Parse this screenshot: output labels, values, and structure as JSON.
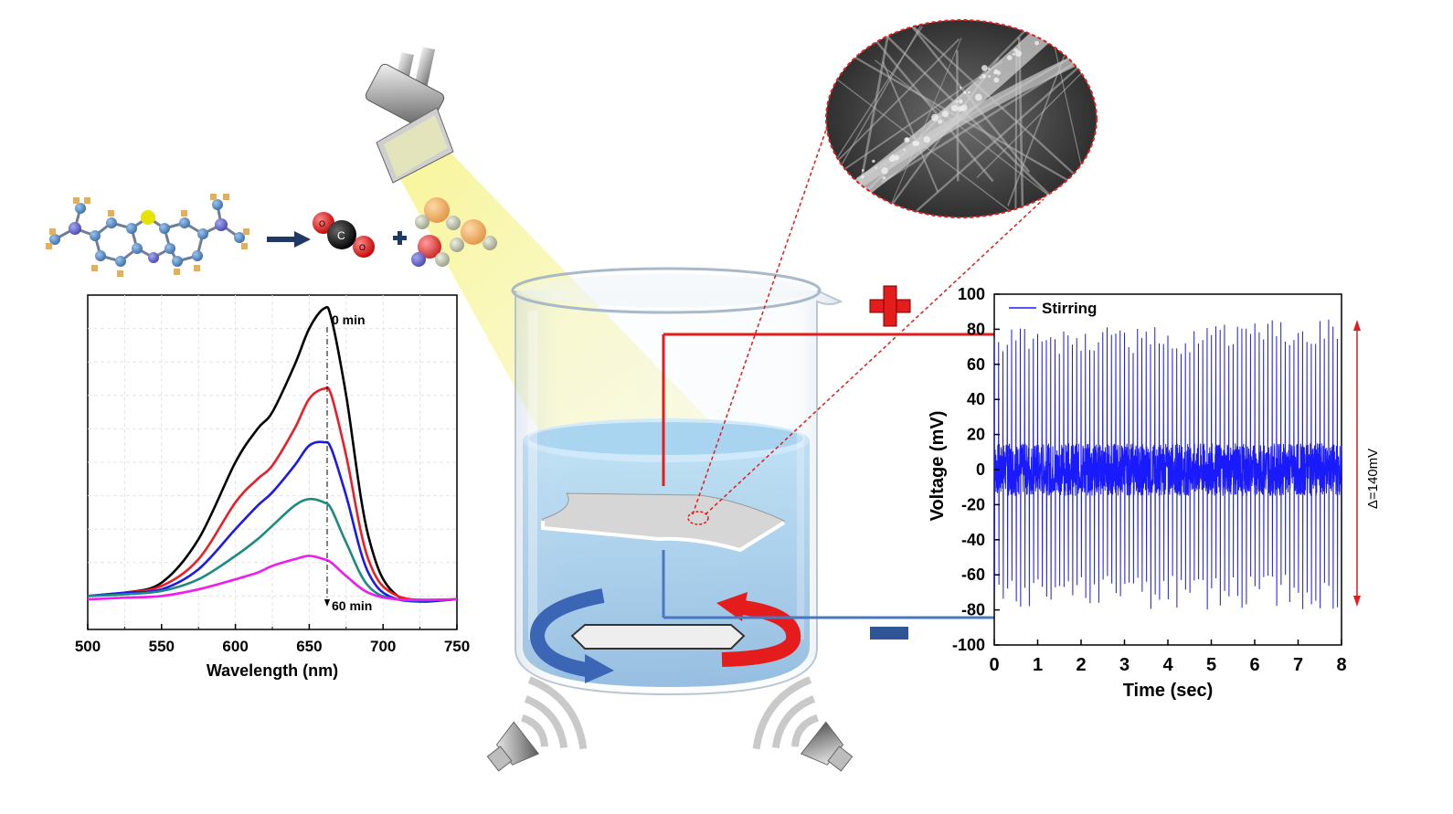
{
  "colors": {
    "black_curve": "#000000",
    "red_curve": "#ee1c25",
    "blue_curve": "#1a1aee",
    "teal_curve": "#1a8a82",
    "magenta_curve": "#ee1cee",
    "voltage_trace": "#1a1aff",
    "positive_wire": "#ee1c25",
    "negative_wire": "#4a78c0",
    "light_beam": "#f5f28a",
    "water": "#8fc6ea"
  },
  "molecule": {
    "product_co2_atom_label": "C",
    "product_co2_o_label": "O",
    "arrow_icon": "arrow-right-icon",
    "plus_icon": "plus-icon"
  },
  "uv_chart": {
    "annotation_start": "0 min",
    "annotation_end": "60 min",
    "xlabel": "Wavelength (nm)",
    "ticks": [
      "500",
      "550",
      "600",
      "650",
      "700",
      "750"
    ]
  },
  "voltage_chart": {
    "legend": "Stirring",
    "xlabel": "Time (sec)",
    "ylabel": "Voltage (mV)",
    "delta_label": "Δ=140mV",
    "xticks": [
      "0",
      "1",
      "2",
      "3",
      "4",
      "5",
      "6",
      "7",
      "8"
    ],
    "yticks": [
      "100",
      "80",
      "60",
      "40",
      "20",
      "0",
      "-20",
      "-40",
      "-60",
      "-80",
      "-100"
    ]
  },
  "chart_data": [
    {
      "type": "line",
      "xlabel": "Wavelength (nm)",
      "ylabel": "",
      "xlim": [
        500,
        750
      ],
      "ylim": [
        0,
        1.0
      ],
      "x": [
        500,
        525,
        550,
        575,
        600,
        615,
        625,
        640,
        650,
        660,
        665,
        675,
        690,
        710,
        750
      ],
      "series": [
        {
          "values": [
            0.1,
            0.11,
            0.14,
            0.27,
            0.5,
            0.6,
            0.65,
            0.79,
            0.9,
            0.96,
            0.93,
            0.7,
            0.28,
            0.1,
            0.09
          ]
        },
        {
          "values": [
            0.1,
            0.11,
            0.13,
            0.21,
            0.38,
            0.45,
            0.49,
            0.6,
            0.69,
            0.72,
            0.7,
            0.52,
            0.21,
            0.1,
            0.09
          ]
        },
        {
          "values": [
            0.1,
            0.11,
            0.12,
            0.18,
            0.3,
            0.37,
            0.41,
            0.49,
            0.55,
            0.56,
            0.54,
            0.4,
            0.17,
            0.09,
            0.09
          ]
        },
        {
          "values": [
            0.1,
            0.105,
            0.115,
            0.15,
            0.22,
            0.27,
            0.31,
            0.37,
            0.39,
            0.38,
            0.36,
            0.26,
            0.13,
            0.09,
            0.09
          ]
        },
        {
          "values": [
            0.09,
            0.095,
            0.1,
            0.12,
            0.15,
            0.17,
            0.19,
            0.21,
            0.22,
            0.21,
            0.2,
            0.16,
            0.11,
            0.09,
            0.09
          ]
        }
      ]
    },
    {
      "type": "line",
      "xlabel": "Time (sec)",
      "ylabel": "Voltage (mV)",
      "xlim": [
        0,
        8
      ],
      "ylim": [
        -100,
        100
      ],
      "series": [
        {
          "name": "Stirring",
          "peak_interval_sec": 0.1,
          "noise_band_mV": [
            -15,
            15
          ],
          "peak_max_mV": [
            70,
            86
          ],
          "peak_min_mV": [
            -60,
            -80
          ],
          "delta_mV": 140
        }
      ]
    }
  ]
}
